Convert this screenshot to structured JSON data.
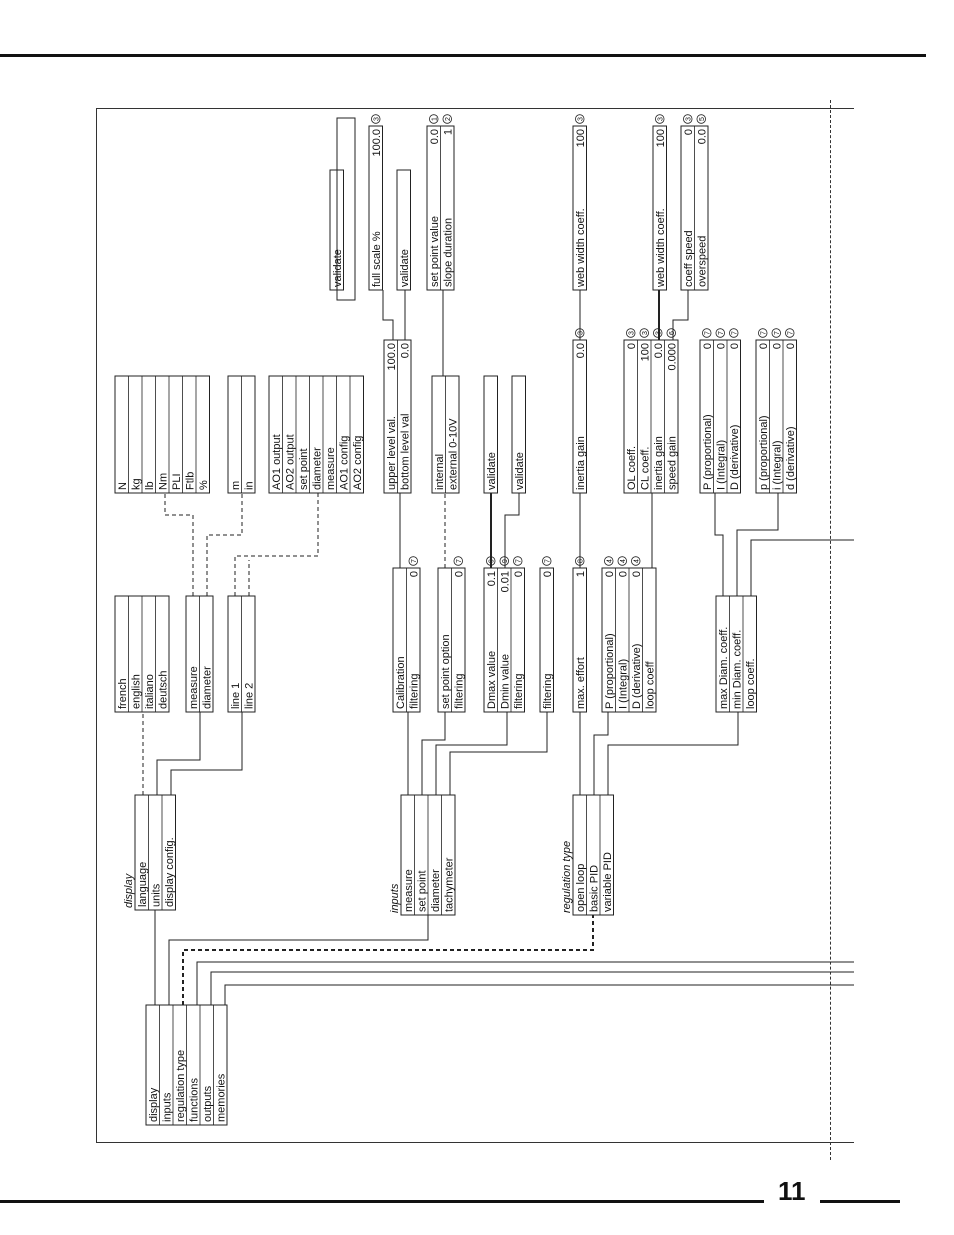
{
  "page": {
    "number": "11"
  },
  "main_menu": {
    "items": [
      "display",
      "inputs",
      "regulation type",
      "functions",
      "outputs",
      "memories"
    ]
  },
  "display_menu": {
    "title": "display",
    "items": [
      "language",
      "units",
      "display config."
    ],
    "language_options": [
      "french",
      "english",
      "italiano",
      "deutsch"
    ],
    "units_items": [
      "measure",
      "diameter"
    ],
    "unit_options": [
      "N",
      "kg",
      "lb",
      "Nm",
      "PLI",
      "Ftlb",
      "%"
    ],
    "diameter_units": [
      "m",
      "in"
    ],
    "display_config_items": [
      "line 1",
      "line 2"
    ],
    "line_options": [
      "AO1 output",
      "AO2 output",
      "set point",
      "diameter",
      "measure",
      "AO1 config",
      "AO2 config"
    ]
  },
  "inputs_menu": {
    "title": "inputs",
    "items": [
      "measure",
      "set point",
      "diameter",
      "tachymeter"
    ],
    "measure_items": [
      {
        "label": "Calibration",
        "value": ""
      },
      {
        "label": "filtering",
        "value": "0",
        "mark": "7"
      }
    ],
    "calibration_items": [
      {
        "label": "upper level val.",
        "value": "100.0"
      },
      {
        "label": "bottom level val",
        "value": "0.0"
      }
    ],
    "upper_validate": "validate",
    "bottom_validate": "validate",
    "full_scale": {
      "label": "full scale %",
      "value": "100.0",
      "mark": "3"
    },
    "full_scale_validate": "validate",
    "set_point_items": [
      {
        "label": "set point option",
        "value": ""
      },
      {
        "label": "filtering",
        "value": "0",
        "mark": "7"
      }
    ],
    "set_point_options": [
      "internal",
      "external 0-10V"
    ],
    "internal_items": [
      {
        "label": "set point value",
        "value": "0.0",
        "mark": "1"
      },
      {
        "label": "slope duration",
        "value": "1",
        "mark": "2"
      }
    ],
    "diameter_items": [
      {
        "label": "Dmax value",
        "value": "0.1",
        "mark": "9"
      },
      {
        "label": "Dmin value",
        "value": "0.01",
        "mark": "9"
      },
      {
        "label": "filtering",
        "value": "0",
        "mark": "7"
      }
    ],
    "dmax_validate": "validate",
    "dmin_validate": "validate",
    "tachymeter_items": [
      {
        "label": "filtering",
        "value": "0",
        "mark": "7"
      }
    ]
  },
  "regulation_menu": {
    "title": "regulation type",
    "items": [
      "open loop",
      "basic PID",
      "variable PID"
    ],
    "open_loop_items": [
      {
        "label": "max. effort",
        "value": "1",
        "mark": "8"
      }
    ],
    "inertia_gain": {
      "label": "inertia gain",
      "value": "0.0",
      "mark": "3"
    },
    "web_width_1": {
      "label": "web width coeff.",
      "value": "100",
      "mark": "3"
    },
    "basic_pid_items": [
      {
        "label": "P (proportional)",
        "value": "0",
        "mark": "4"
      },
      {
        "label": "I (Integral)",
        "value": "0",
        "mark": "4"
      },
      {
        "label": "D (derivative)",
        "value": "0",
        "mark": "4"
      },
      {
        "label": "loop coeff",
        "value": ""
      }
    ],
    "loop_coeff_items": [
      {
        "label": "OL coeff.",
        "value": "0",
        "mark": "3"
      },
      {
        "label": "CL coeff.",
        "value": "100",
        "mark": "3"
      },
      {
        "label": "inertia gain",
        "value": "0.0",
        "mark": "3"
      },
      {
        "label": "speed gain",
        "value": "0.000",
        "mark": "6"
      }
    ],
    "web_width_2": {
      "label": "web width coeff.",
      "value": "100",
      "mark": "3"
    },
    "speed_items": [
      {
        "label": "coeff speed",
        "value": "0",
        "mark": "3"
      },
      {
        "label": "overspeed",
        "value": "0.0",
        "mark": "5"
      }
    ],
    "variable_pid_items": [
      {
        "label": "max Diam. coeff.",
        "value": ""
      },
      {
        "label": "min Diam. coeff.",
        "value": ""
      },
      {
        "label": "loop coeff.",
        "value": ""
      }
    ],
    "max_diam_items": [
      {
        "label": "P (proportional)",
        "value": "0",
        "mark": "7"
      },
      {
        "label": "I (Integral)",
        "value": "0",
        "mark": "7"
      },
      {
        "label": "D (derivative)",
        "value": "0",
        "mark": "7"
      }
    ],
    "min_diam_items": [
      {
        "label": "p (proportional)",
        "value": "0",
        "mark": "7"
      },
      {
        "label": "i (Integral)",
        "value": "0",
        "mark": "7"
      },
      {
        "label": "d (derivative)",
        "value": "0",
        "mark": "7"
      }
    ]
  }
}
